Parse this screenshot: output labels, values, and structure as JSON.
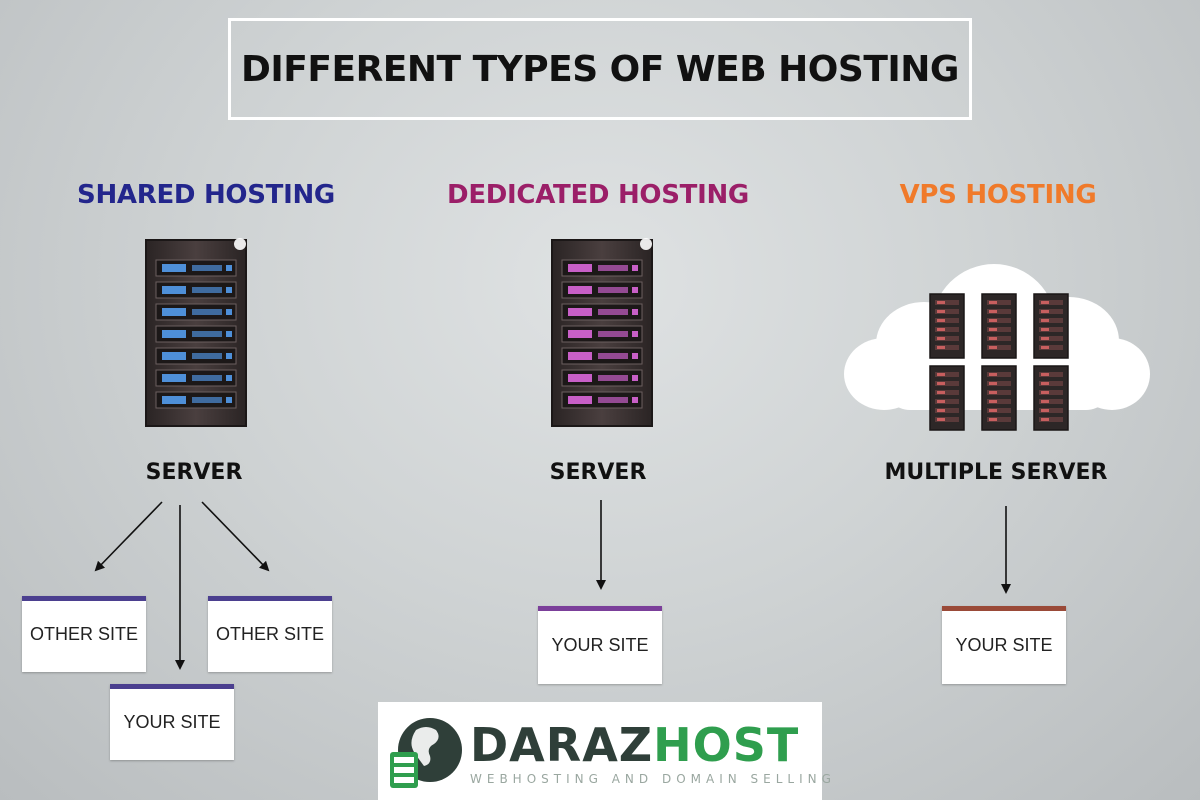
{
  "title": "DIFFERENT TYPES OF WEB HOSTING",
  "columns": {
    "shared": {
      "title": "SHARED HOSTING",
      "server_label": "SERVER",
      "color": "#23268c"
    },
    "dedicated": {
      "title": "DEDICATED HOSTING",
      "server_label": "SERVER",
      "color": "#9b1f68"
    },
    "vps": {
      "title": "VPS HOSTING",
      "server_label": "MULTIPLE SERVER",
      "color": "#f07a2a"
    }
  },
  "sites": {
    "shared_other_left": "OTHER SITE",
    "shared_other_right": "OTHER SITE",
    "shared_yours": "YOUR SITE",
    "dedicated_yours": "YOUR SITE",
    "vps_yours": "YOUR SITE"
  },
  "colors": {
    "card_bar_shared": "#4b3f8f",
    "card_bar_dedicated": "#7b3f9a",
    "card_bar_vps": "#9a4a38",
    "led_blue": "#4e8fd8",
    "led_purple": "#c85fc7",
    "logo_dark": "#2f3f39",
    "logo_green": "#2f9e4e"
  },
  "logo": {
    "part1": "DARAZ",
    "part2": "HOST",
    "tagline": "WEBHOSTING AND DOMAIN SELLING"
  }
}
